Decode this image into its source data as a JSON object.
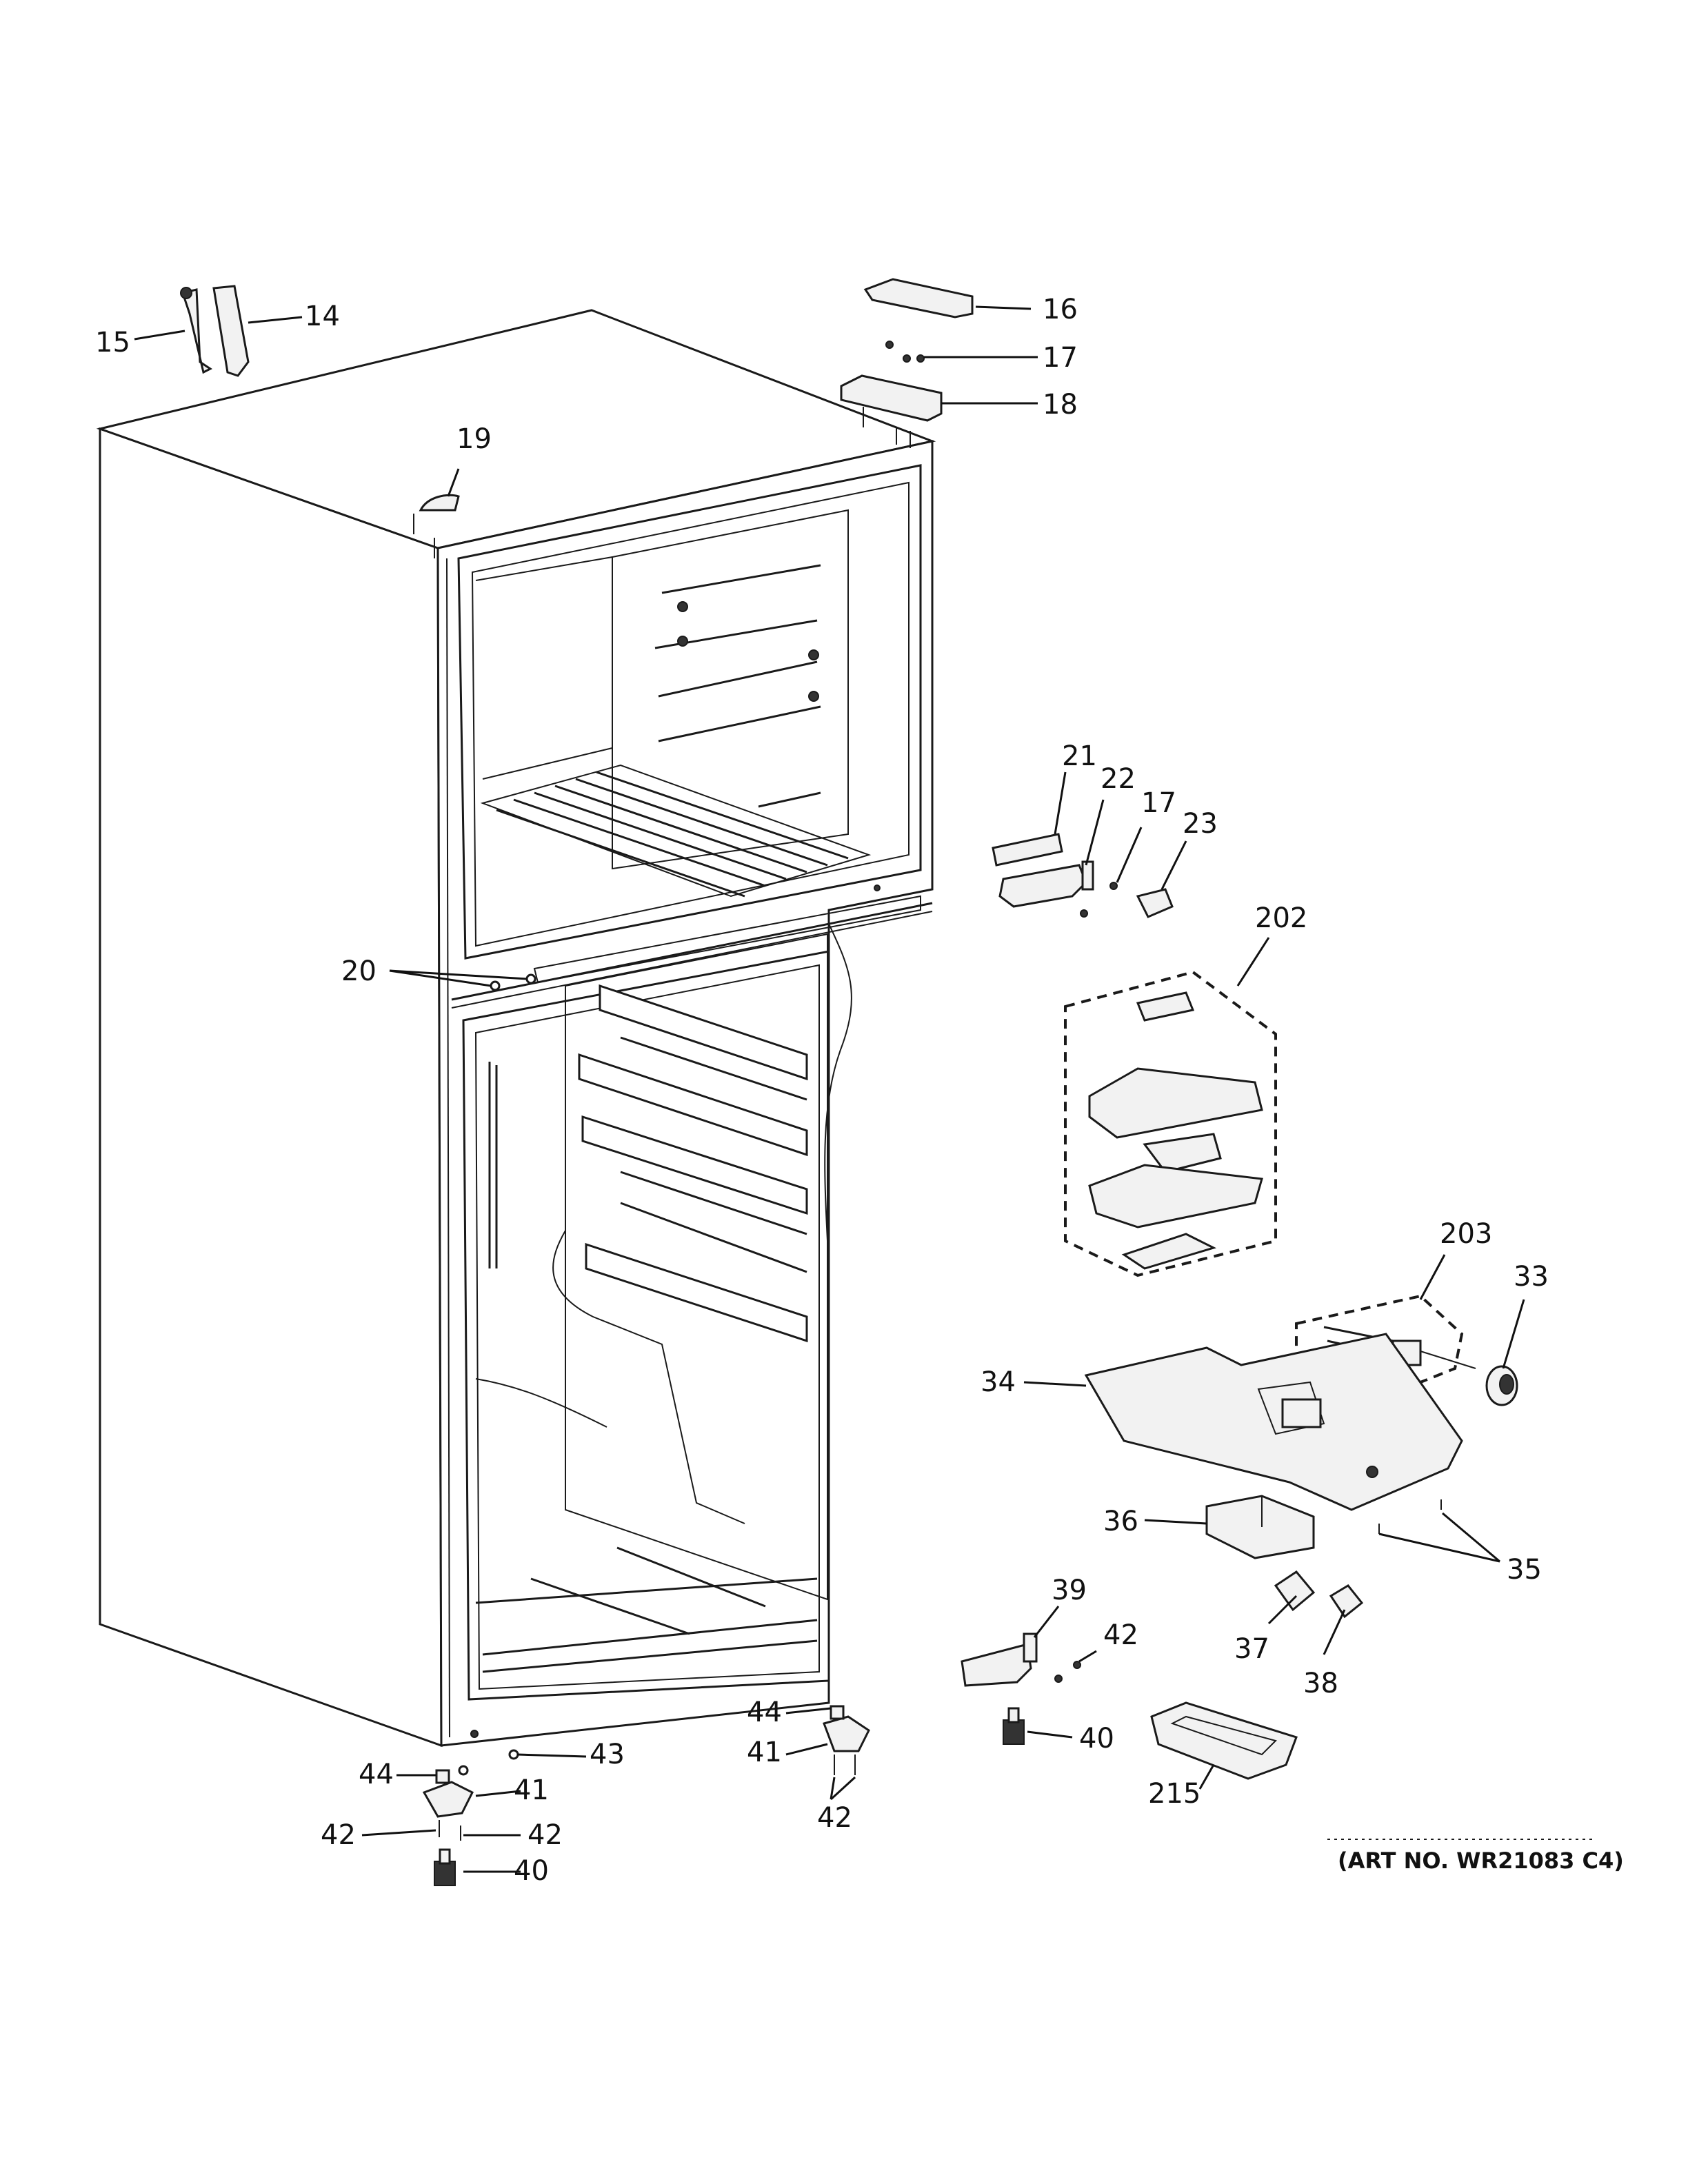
{
  "diagram": {
    "art_number": "(ART NO. WR21083 C4)",
    "callouts": [
      {
        "id": "c14",
        "label": "14"
      },
      {
        "id": "c15",
        "label": "15"
      },
      {
        "id": "c16",
        "label": "16"
      },
      {
        "id": "c17a",
        "label": "17"
      },
      {
        "id": "c18",
        "label": "18"
      },
      {
        "id": "c19",
        "label": "19"
      },
      {
        "id": "c20",
        "label": "20"
      },
      {
        "id": "c21",
        "label": "21"
      },
      {
        "id": "c22",
        "label": "22"
      },
      {
        "id": "c17b",
        "label": "17"
      },
      {
        "id": "c23",
        "label": "23"
      },
      {
        "id": "c202",
        "label": "202"
      },
      {
        "id": "c203",
        "label": "203"
      },
      {
        "id": "c33",
        "label": "33"
      },
      {
        "id": "c34",
        "label": "34"
      },
      {
        "id": "c36",
        "label": "36"
      },
      {
        "id": "c35",
        "label": "35"
      },
      {
        "id": "c37",
        "label": "37"
      },
      {
        "id": "c38",
        "label": "38"
      },
      {
        "id": "c39",
        "label": "39"
      },
      {
        "id": "c42a",
        "label": "42"
      },
      {
        "id": "c40a",
        "label": "40"
      },
      {
        "id": "c215",
        "label": "215"
      },
      {
        "id": "c44a",
        "label": "44"
      },
      {
        "id": "c41a",
        "label": "41"
      },
      {
        "id": "c42b",
        "label": "42"
      },
      {
        "id": "c43",
        "label": "43"
      },
      {
        "id": "c44b",
        "label": "44"
      },
      {
        "id": "c41b",
        "label": "41"
      },
      {
        "id": "c42c",
        "label": "42"
      },
      {
        "id": "c42d",
        "label": "42"
      },
      {
        "id": "c40b",
        "label": "40"
      }
    ]
  }
}
